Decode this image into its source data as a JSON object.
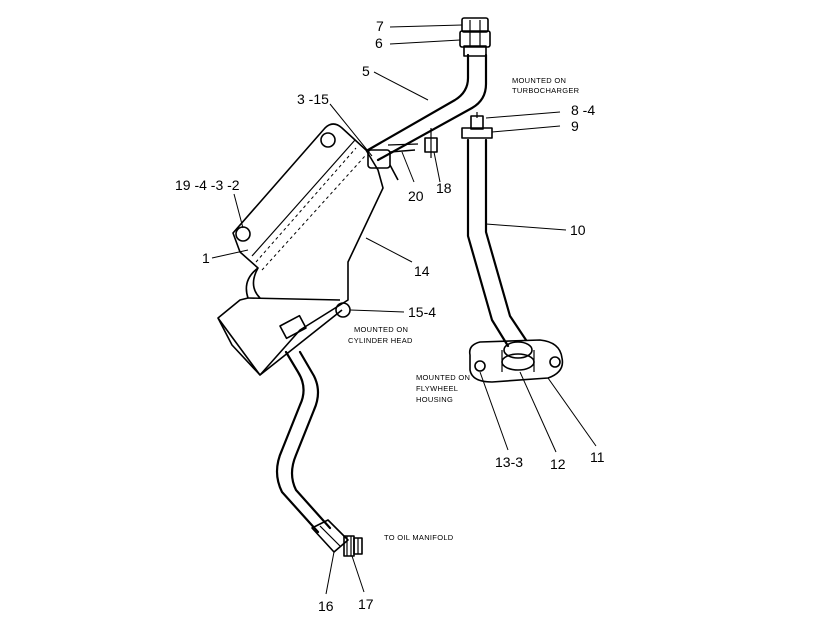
{
  "callouts": {
    "c7": "7",
    "c6": "6",
    "c5": "5",
    "c3_15": "3 -15",
    "c19_4_3_2": "19 -4 -3 -2",
    "c1": "1",
    "c20": "20",
    "c18": "18",
    "c14": "14",
    "c15_4": "15-4",
    "c8_4": "8 -4",
    "c9": "9",
    "c10": "10",
    "c13_3": "13-3",
    "c12": "12",
    "c11": "11",
    "c16": "16",
    "c17": "17"
  },
  "notes": {
    "turbo_line1": "MOUNTED ON",
    "turbo_line2": "TURBOCHARGER",
    "head_line1": "MOUNTED ON",
    "head_line2": "CYLINDER HEAD",
    "flywheel_line1": "MOUNTED ON",
    "flywheel_line2": "FLYWHEEL",
    "flywheel_line3": "HOUSING",
    "manifold": "TO OIL MANIFOLD"
  }
}
